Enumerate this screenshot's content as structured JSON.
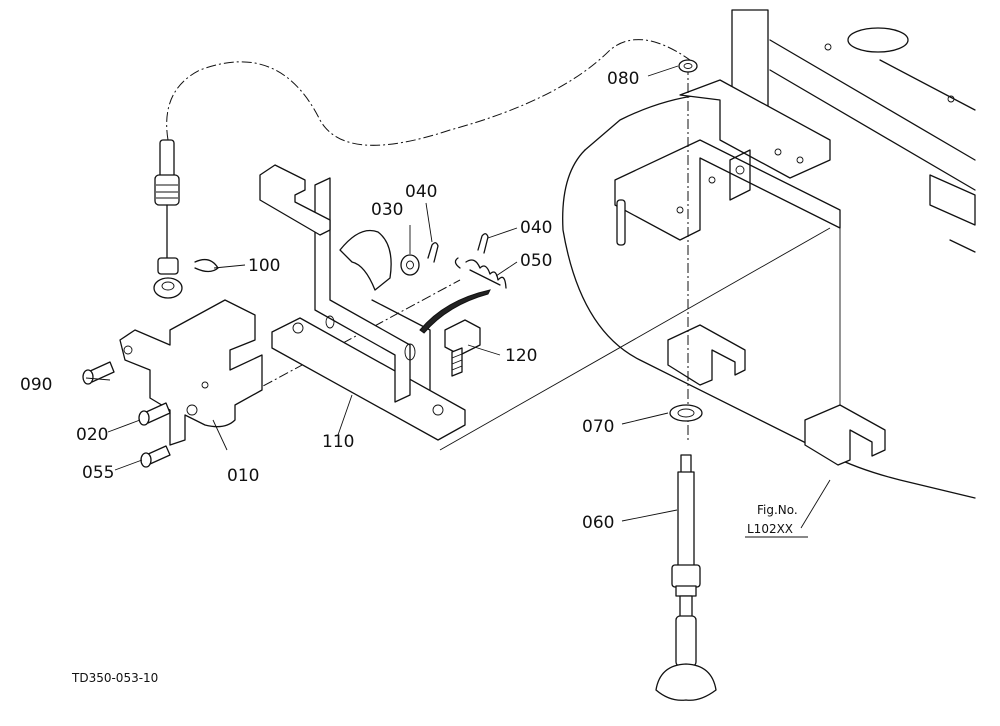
{
  "diagram": {
    "drawing_id": "TD350-053-10",
    "figure_reference": {
      "label": "Fig.No.",
      "number": "L102XX"
    },
    "parts": {
      "p010": "010",
      "p020": "020",
      "p030": "030",
      "p040a": "040",
      "p040b": "040",
      "p050": "050",
      "p055": "055",
      "p060": "060",
      "p070": "070",
      "p080": "080",
      "p090": "090",
      "p100": "100",
      "p110": "110",
      "p120": "120"
    }
  }
}
